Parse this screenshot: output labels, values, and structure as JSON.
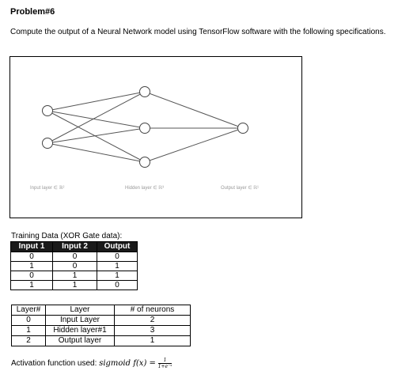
{
  "title": "Problem#6",
  "prompt": "Compute the output of a Neural Network model using TensorFlow software with the following specifications.",
  "diagram": {
    "labels": {
      "input": "Input layer ∈ ℝ²",
      "hidden": "Hidden layer ∈ ℝ³",
      "output": "Output layer ∈ ℝ¹"
    },
    "layers": [
      2,
      3,
      1
    ]
  },
  "training": {
    "caption": "Training Data (XOR Gate data):",
    "headers": [
      "Input 1",
      "Input 2",
      "Output"
    ],
    "rows": [
      [
        "0",
        "0",
        "0"
      ],
      [
        "1",
        "0",
        "1"
      ],
      [
        "0",
        "1",
        "1"
      ],
      [
        "1",
        "1",
        "0"
      ]
    ]
  },
  "layers_table": {
    "headers": [
      "Layer#",
      "Layer",
      "# of neurons"
    ],
    "rows": [
      [
        "0",
        "Input Layer",
        "2"
      ],
      [
        "1",
        "Hidden layer#1",
        "3"
      ],
      [
        "2",
        "Output layer",
        "1"
      ]
    ]
  },
  "activation": {
    "label": "Activation function used:",
    "formula_lhs": "sigmoid f(x) =",
    "numerator": "1",
    "denominator": "1+e⁻ˣ"
  }
}
